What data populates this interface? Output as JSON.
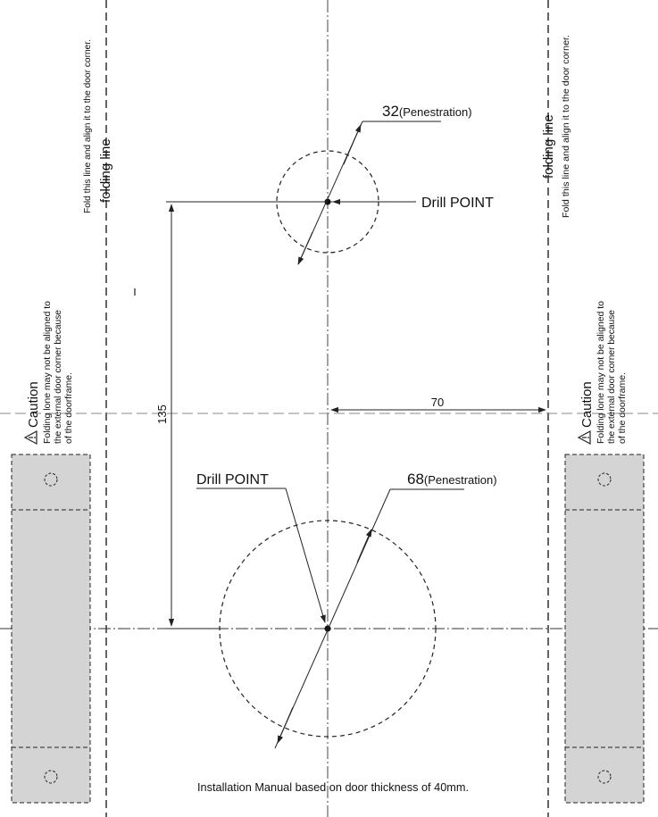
{
  "colors": {
    "line": "#222222",
    "plate_fill": "#d4d4d4"
  },
  "folding": {
    "label": "folding line",
    "note": "Fold this line and align it to the door corner."
  },
  "caution": {
    "title": "Caution",
    "icon": "warning-triangle-icon",
    "lines": [
      "Folding lone may not be aligned to",
      "the external door corner because",
      "of the doorframe."
    ]
  },
  "top_hole": {
    "diameter_value": "32",
    "diameter_unit": "(Penestration)",
    "drill_label": "Drill POINT"
  },
  "bottom_hole": {
    "diameter_value": "68",
    "diameter_unit": "(Penestration)",
    "drill_label": "Drill POINT"
  },
  "dimensions": {
    "vertical": "135",
    "horizontal": "70"
  },
  "footer": {
    "note": "Installation Manual based on door thickness of 40mm."
  }
}
